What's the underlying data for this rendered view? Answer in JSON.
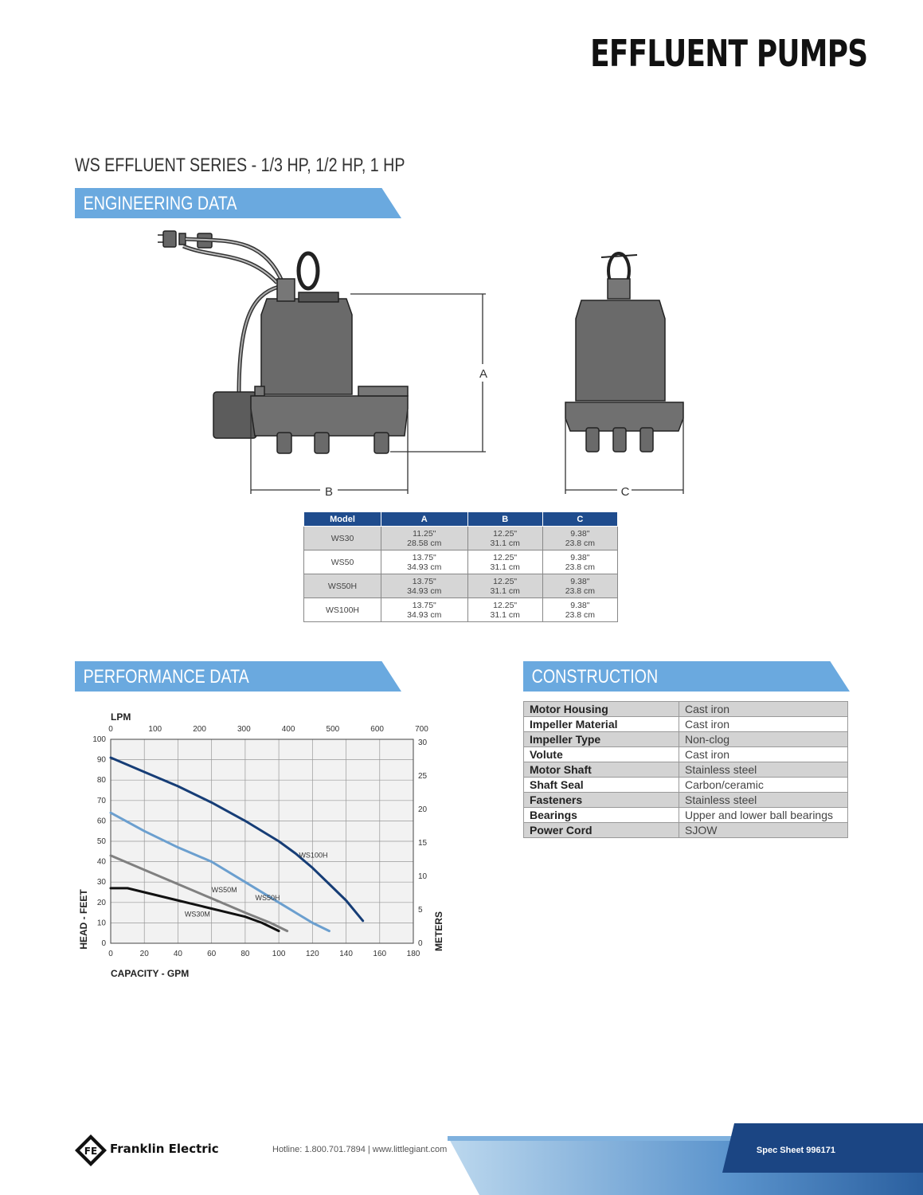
{
  "header": {
    "title": "EFFLUENT PUMPS"
  },
  "series_title": "WS EFFLUENT SERIES - 1/3 HP, 1/2 HP, 1 HP",
  "sections": {
    "engineering": "ENGINEERING DATA",
    "performance": "PERFORMANCE DATA",
    "construction": "CONSTRUCTION"
  },
  "diagram": {
    "label_a": "A",
    "label_b": "B",
    "label_c": "C"
  },
  "dimensions": {
    "headers": [
      "Model",
      "A",
      "B",
      "C"
    ],
    "rows": [
      {
        "model": "WS30",
        "a_in": "11.25\"",
        "a_cm": "28.58 cm",
        "b_in": "12.25\"",
        "b_cm": "31.1  cm",
        "c_in": "9.38\"",
        "c_cm": "23.8 cm"
      },
      {
        "model": "WS50",
        "a_in": "13.75\"",
        "a_cm": "34.93 cm",
        "b_in": "12.25\"",
        "b_cm": "31.1  cm",
        "c_in": "9.38\"",
        "c_cm": "23.8 cm"
      },
      {
        "model": "WS50H",
        "a_in": "13.75\"",
        "a_cm": "34.93 cm",
        "b_in": "12.25\"",
        "b_cm": "31.1  cm",
        "c_in": "9.38\"",
        "c_cm": "23.8 cm"
      },
      {
        "model": "WS100H",
        "a_in": "13.75\"",
        "a_cm": "34.93 cm",
        "b_in": "12.25\"",
        "b_cm": "31.1  cm",
        "c_in": "9.38\"",
        "c_cm": "23.8 cm"
      }
    ]
  },
  "construction": {
    "rows": [
      {
        "k": "Motor Housing",
        "v": "Cast iron"
      },
      {
        "k": "Impeller Material",
        "v": "Cast iron"
      },
      {
        "k": "Impeller Type",
        "v": "Non-clog"
      },
      {
        "k": "Volute",
        "v": "Cast iron"
      },
      {
        "k": "Motor Shaft",
        "v": "Stainless steel"
      },
      {
        "k": "Shaft Seal",
        "v": "Carbon/ceramic"
      },
      {
        "k": "Fasteners",
        "v": "Stainless steel"
      },
      {
        "k": "Bearings",
        "v": "Upper and lower ball bearings"
      },
      {
        "k": "Power Cord",
        "v": "SJOW"
      }
    ]
  },
  "chart_data": {
    "type": "line",
    "xlabel": "CAPACITY - GPM",
    "ylabel": "HEAD - FEET",
    "x2label": "LPM",
    "y2label": "METERS",
    "xlim": [
      0,
      180
    ],
    "ylim": [
      0,
      100
    ],
    "x_ticks": [
      0,
      20,
      40,
      60,
      80,
      100,
      120,
      140,
      160,
      180
    ],
    "y_ticks": [
      0,
      10,
      20,
      30,
      40,
      50,
      60,
      70,
      80,
      90,
      100
    ],
    "x2_ticks": [
      0,
      100,
      200,
      300,
      400,
      500,
      600,
      700
    ],
    "y2_ticks": [
      0,
      5,
      10,
      15,
      20,
      25,
      30
    ],
    "grid": true,
    "series": [
      {
        "name": "WS100H",
        "color": "#163d76",
        "x": [
          0,
          20,
          40,
          60,
          80,
          100,
          110,
          120,
          130,
          140,
          150
        ],
        "y": [
          91,
          84,
          77,
          69,
          60,
          50,
          44,
          37,
          29,
          21,
          11
        ]
      },
      {
        "name": "WS50H",
        "color": "#6b9fcf",
        "x": [
          0,
          20,
          40,
          60,
          80,
          100,
          110,
          120,
          130
        ],
        "y": [
          64,
          55,
          47,
          40,
          30,
          20,
          15,
          10,
          6
        ]
      },
      {
        "name": "WS50M",
        "color": "#808080",
        "x": [
          0,
          20,
          40,
          60,
          80,
          95,
          105
        ],
        "y": [
          43,
          36,
          29,
          22,
          15,
          10,
          6
        ]
      },
      {
        "name": "WS30M",
        "color": "#111111",
        "x": [
          0,
          10,
          20,
          40,
          60,
          80,
          90,
          100
        ],
        "y": [
          27,
          27,
          25,
          21,
          17,
          13,
          10,
          6
        ]
      }
    ]
  },
  "footer": {
    "logo_text": "Franklin Electric",
    "logo_mark": "FE",
    "contact": "Hotline: 1.800.701.7894   |   www.littlegiant.com",
    "spec_sheet": "Spec Sheet 996171"
  }
}
